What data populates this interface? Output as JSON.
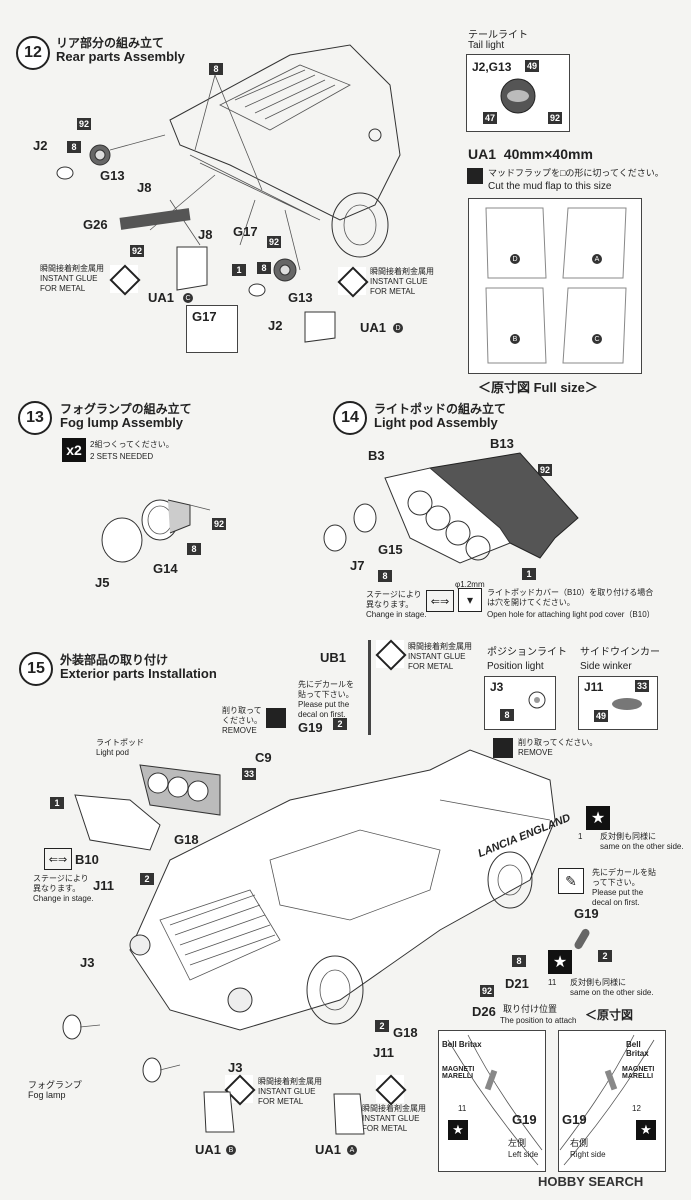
{
  "step12": {
    "num": "12",
    "title_jp": "リア部分の組み立て",
    "title_en": "Rear parts Assembly",
    "labels": {
      "j2a": "J2",
      "g13a": "G13",
      "j8a": "J8",
      "g26": "G26",
      "j8b": "J8",
      "g17a": "G17",
      "g17b": "G17",
      "ua1c": "UA1",
      "ua1d": "UA1",
      "g13b": "G13",
      "j2b": "J2"
    },
    "badges": {
      "b92a": "92",
      "b8a": "8",
      "b8top": "8",
      "b92b": "92",
      "b92c": "92",
      "b8b": "8",
      "b1": "1"
    },
    "glue_jp": "瞬間接着剤金属用",
    "glue_en1": "INSTANT GLUE",
    "glue_en2": "FOR METAL",
    "circ_c": "C",
    "circ_d": "D"
  },
  "taillight": {
    "title_jp": "テールライト",
    "title_en": "Tail light",
    "parts": "J2,G13",
    "b49": "49",
    "b47": "47",
    "b92": "92"
  },
  "ua1": {
    "title": "UA1  40mm×40mm",
    "note_jp": "マッドフラップを□の形に切ってください。",
    "note_en": "Cut the mud flap to this size",
    "flaps": [
      "D",
      "A",
      "B",
      "C"
    ],
    "fullsize": "＜原寸図 Full size＞"
  },
  "step13": {
    "num": "13",
    "title_jp": "フォグランプの組み立て",
    "title_en": "Fog lump Assembly",
    "x2": "x2",
    "sets_jp": "2組つくってください。",
    "sets_en": "2 SETS NEEDED",
    "j5": "J5",
    "g14": "G14",
    "b92": "92",
    "b8": "8"
  },
  "step14": {
    "num": "14",
    "title_jp": "ライトポッドの組み立て",
    "title_en": "Light pod Assembly",
    "b13": "B13",
    "b3": "B3",
    "j7": "J7",
    "g15": "G15",
    "b92": "92",
    "b8": "8",
    "b1": "1",
    "hole": "φ1.2mm",
    "stage_jp": "ステージにより異なります。",
    "stage_en": "Change in stage.",
    "cover_jp": "ライトポッドカバー（B10）を取り付ける場合は穴を開けてください。",
    "cover_en": "Open hole for attaching light pod cover（B10）"
  },
  "step15": {
    "num": "15",
    "title_jp": "外装部品の取り付け",
    "title_en": "Exterior parts Installation",
    "ub1": "UB1",
    "glue_jp": "瞬間接着剤金属用",
    "glue_en1": "INSTANT GLUE",
    "glue_en2": "FOR METAL",
    "decal_first_jp": "先にデカールを貼って下さい。",
    "decal_first_en": "Please put the decal on first.",
    "remove_jp": "削り取ってください。",
    "remove_en": "REMOVE",
    "g19": "G19",
    "b2": "2",
    "c9": "C9",
    "b33": "33",
    "lightpod_jp": "ライトポッド",
    "lightpod_en": "Light pod",
    "b1": "1",
    "g18": "G18",
    "b10": "B10",
    "j11": "J11",
    "stage_jp": "ステージにより異なります。",
    "stage_en": "Change in stage.",
    "j3": "J3",
    "fog_jp": "フォグランプ",
    "fog_en": "Fog lamp",
    "ua1b": "UA1",
    "ua1a": "UA1",
    "circ_b": "B",
    "circ_a": "A",
    "g18b": "G18",
    "j11b": "J11",
    "j3b": "J3",
    "d21": "D21",
    "d26": "D26",
    "b92": "92",
    "b8": "8",
    "attach_jp": "取り付け位置",
    "attach_en": "The position to attach",
    "same_jp": "反対側も同様に",
    "same_en": "same on the other side.",
    "num1": "1",
    "num11": "11",
    "g19b": "G19",
    "b2b": "2",
    "lancia": "LANCIA ENGLAND",
    "fullsize_jp": "＜原寸図",
    "pos_light_jp": "ポジションライト",
    "pos_light_en": "Position light",
    "pos_j3": "J3",
    "pos_b8": "8",
    "side_winker_jp": "サイドウインカー",
    "side_winker_en": "Side winker",
    "sw_j11": "J11",
    "sw_b33": "33",
    "sw_b49": "49",
    "left_jp": "左側",
    "left_en": "Left side",
    "right_jp": "右側",
    "right_en": "Right side",
    "decal11": "11",
    "decal12": "12",
    "g19l": "G19",
    "g19r": "G19",
    "sebring": "Bell Britax",
    "magneti": "MAGNETI MARELLI"
  },
  "footer": {
    "brand": "HOBBY SEARCH"
  }
}
